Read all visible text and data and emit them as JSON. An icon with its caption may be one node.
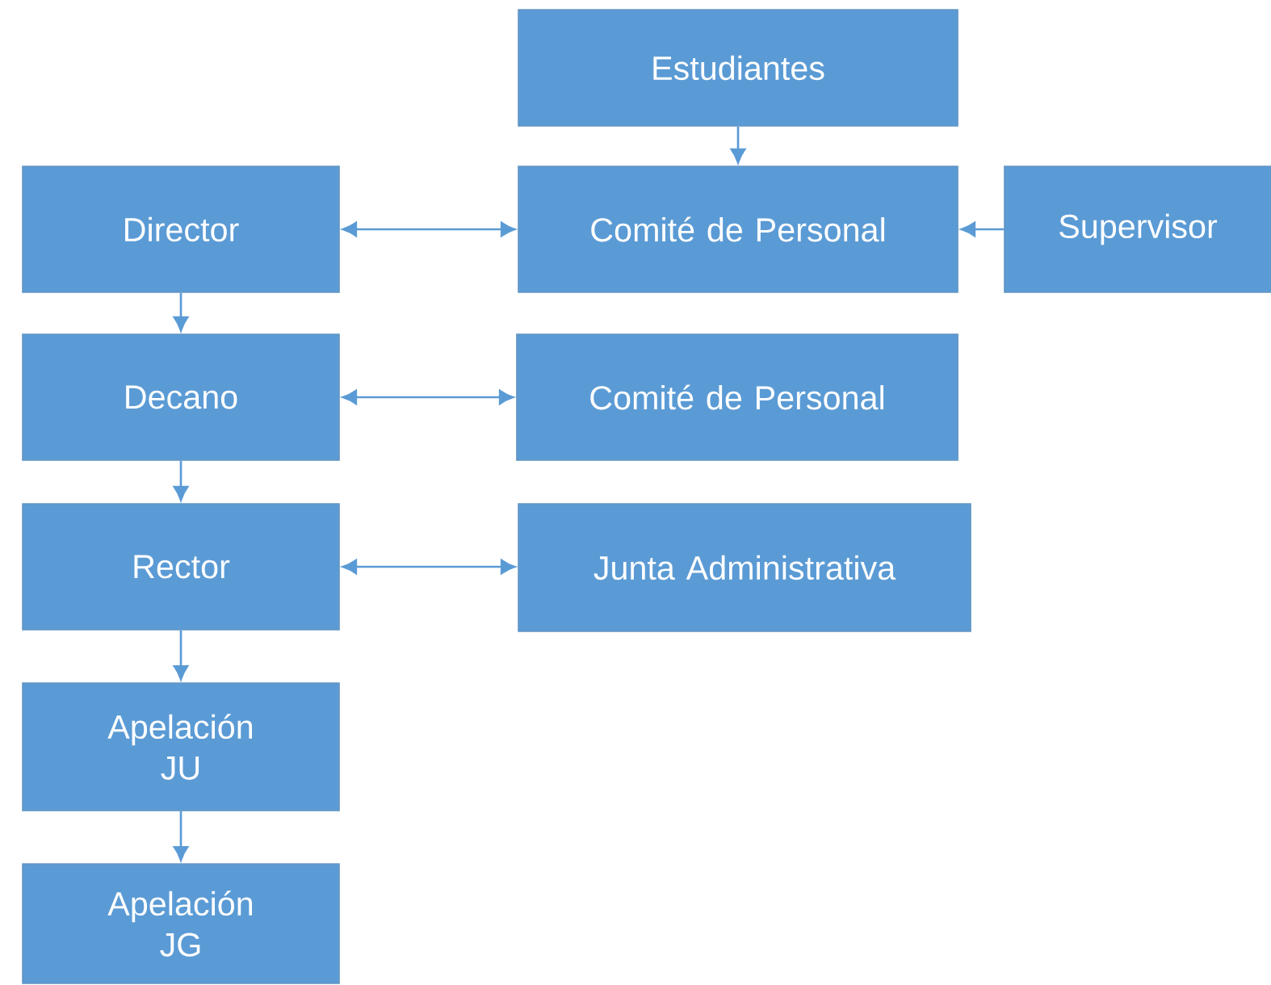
{
  "diagram": {
    "nodes": [
      {
        "text": [
          "Estudiantes"
        ]
      },
      {
        "text": [
          "Director"
        ]
      },
      {
        "text": [
          "Comité de Personal"
        ]
      },
      {
        "text": [
          "Supervisor"
        ]
      },
      {
        "text": [
          "Decano"
        ]
      },
      {
        "text": [
          "Comité de Personal"
        ]
      },
      {
        "text": [
          "Rector"
        ]
      },
      {
        "text": [
          "Junta Administrativa"
        ]
      },
      {
        "text": [
          "Apelación JU"
        ]
      },
      {
        "text": [
          "Apelación JG"
        ]
      }
    ],
    "edges": [
      {
        "from": 0,
        "to": 2,
        "arrow": "to"
      },
      {
        "from": 1,
        "to": 2,
        "arrow": "both"
      },
      {
        "from": 3,
        "to": 2,
        "arrow": "to"
      },
      {
        "from": 1,
        "to": 4,
        "arrow": "to"
      },
      {
        "from": 4,
        "to": 5,
        "arrow": "both"
      },
      {
        "from": 4,
        "to": 6,
        "arrow": "to"
      },
      {
        "from": 6,
        "to": 7,
        "arrow": "both"
      },
      {
        "from": 6,
        "to": 8,
        "arrow": "to"
      },
      {
        "from": 8,
        "to": 9,
        "arrow": "to"
      }
    ]
  }
}
